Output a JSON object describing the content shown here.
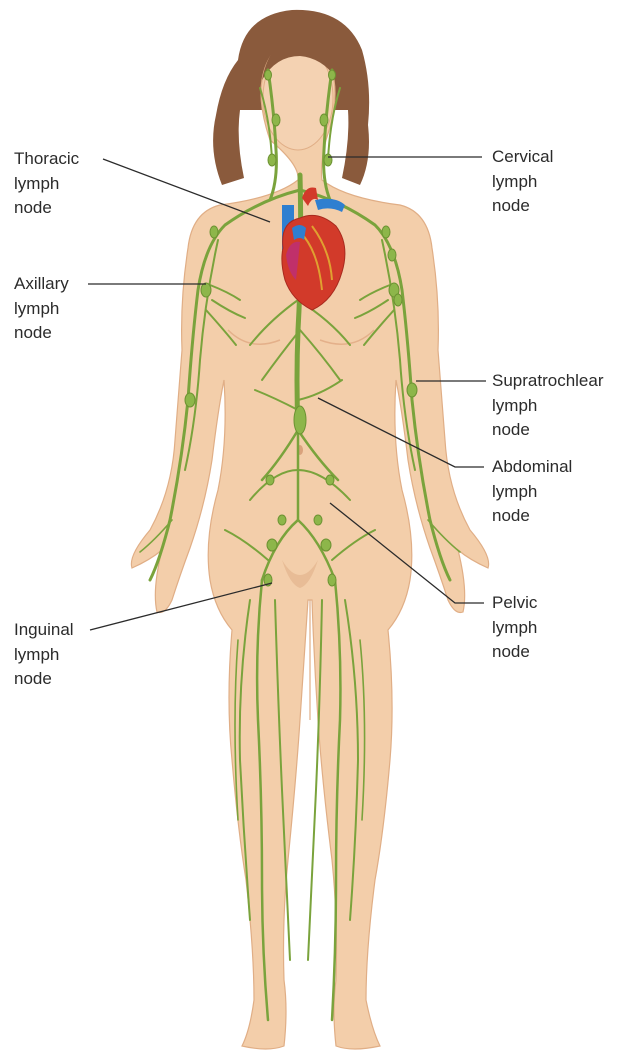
{
  "labels": {
    "thoracic": {
      "lines": [
        "Thoracic",
        "lymph",
        "node"
      ]
    },
    "cervical": {
      "lines": [
        "Cervical",
        "lymph",
        "node"
      ]
    },
    "axillary": {
      "lines": [
        "Axillary",
        "lymph",
        "node"
      ]
    },
    "supratrochlear": {
      "lines": [
        "Supratrochlear",
        "lymph",
        "node"
      ]
    },
    "abdominal": {
      "lines": [
        "Abdominal",
        "lymph",
        "node"
      ]
    },
    "pelvic": {
      "lines": [
        "Pelvic",
        "lymph",
        "node"
      ]
    },
    "inguinal": {
      "lines": [
        "Inguinal",
        "lymph",
        "node"
      ]
    }
  },
  "colors": {
    "skin": "#f3ceaa",
    "skin_shade": "#e6b48c",
    "hair": "#8a5a3c",
    "lymph": "#7aa33c",
    "heart_red": "#d23a2a",
    "heart_blue": "#2f7fd0",
    "leader_line": "#2b2b2b"
  }
}
